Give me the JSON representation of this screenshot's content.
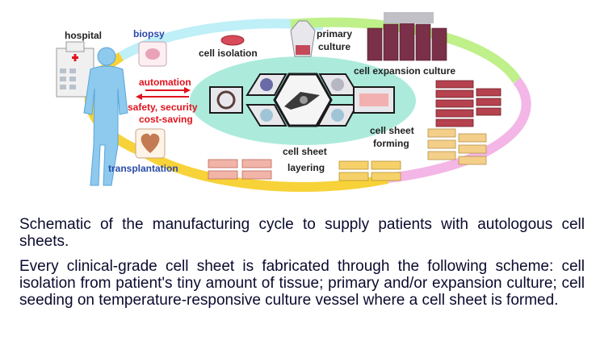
{
  "diagram": {
    "labels": {
      "hospital": "hospital",
      "biopsy": "biopsy",
      "cell_isolation": "cell isolation",
      "primary_culture_line1": "primary",
      "primary_culture_line2": "culture",
      "cell_expansion_culture": "cell expansion culture",
      "automation": "automation",
      "safety_security": "safety, security",
      "cost_saving": "cost-saving",
      "cell_sheet_forming_line1": "cell sheet",
      "cell_sheet_forming_line2": "forming",
      "cell_sheet_layering_line1": "cell sheet",
      "cell_sheet_layering_line2": "layering",
      "transplantation": "transplantation"
    },
    "colors": {
      "label_dark": "#222222",
      "label_blue": "#2a4aa8",
      "label_red": "#e0141e",
      "ring_yellow": "#f7d238",
      "ring_green": "#bff08a",
      "ring_pink": "#f3b6e6",
      "ring_cyan": "#bfeff7",
      "inner_ellipse": "#9ee7d6"
    }
  },
  "caption": {
    "paragraph1": "Schematic of the manufacturing cycle to supply patients with autologous cell sheets.",
    "paragraph2": "Every clinical-grade cell sheet is fabricated through the following scheme: cell isolation from patient's tiny amount of tissue; primary and/or expansion culture; cell seeding on temperature-responsive culture vessel where a cell sheet is formed."
  }
}
